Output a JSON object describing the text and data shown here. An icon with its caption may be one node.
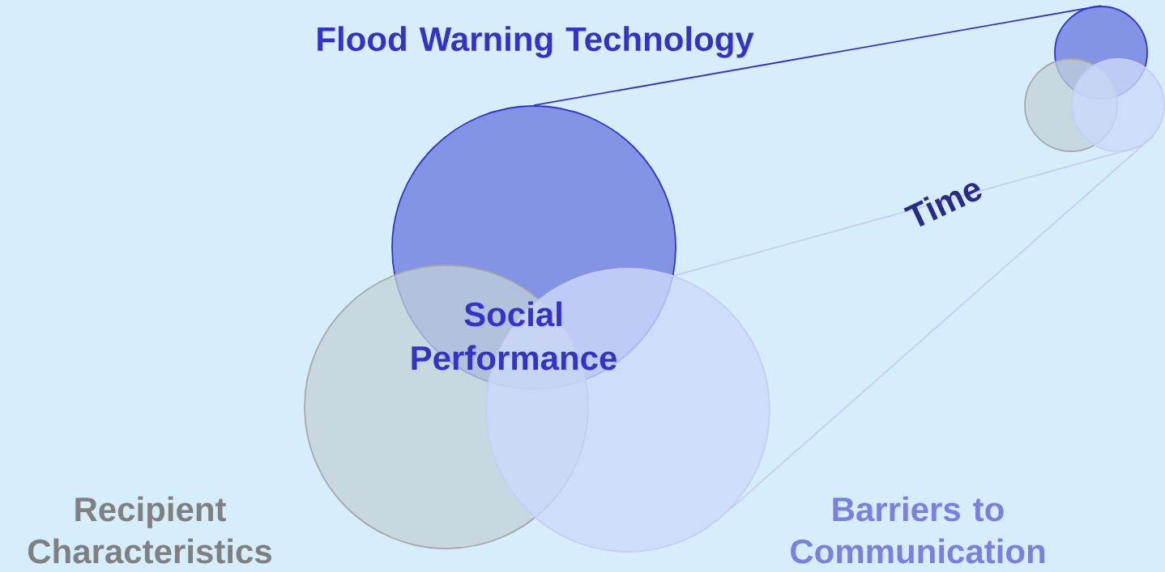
{
  "diagram": {
    "nodes": [
      {
        "text": [
          "Flood Warning Technology"
        ]
      },
      {
        "text": [
          "Recipient Characteristics"
        ]
      },
      {
        "text": [
          "Barriers to Communication"
        ]
      },
      {
        "text": [],
        "shape": "circle"
      },
      {
        "text": [],
        "shape": "circle"
      },
      {
        "text": [],
        "shape": "circle"
      }
    ],
    "edges": [
      {
        "from": 0,
        "to": 3,
        "arrow": "none",
        "color": "#3333cc"
      },
      {
        "from": 2,
        "to": 5,
        "arrow": "none"
      },
      {
        "from": 2,
        "to": 5,
        "arrow": "none"
      }
    ],
    "labels": [
      "Social Performance",
      "Time"
    ]
  }
}
